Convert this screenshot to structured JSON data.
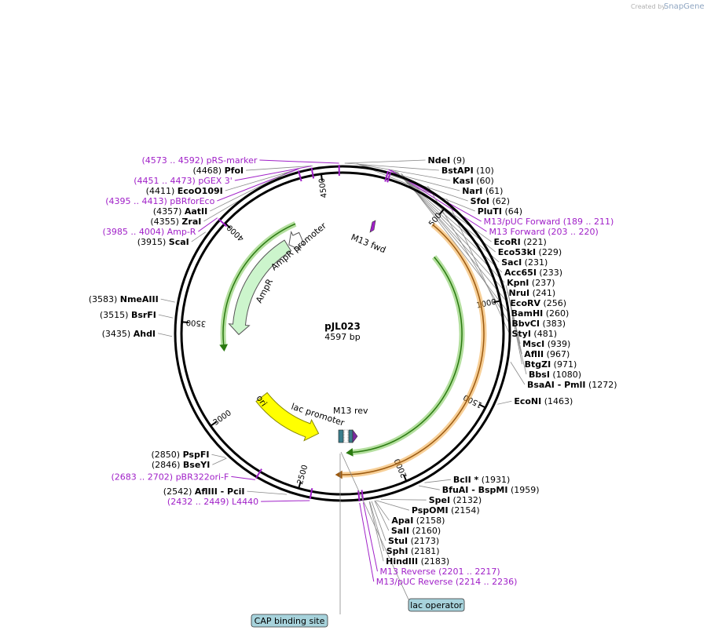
{
  "credit": {
    "prefix": "Created by",
    "brand": "SnapGene"
  },
  "plasmid": {
    "name": "pJL023",
    "length_label": "4597 bp",
    "length": 4597
  },
  "ticks": [
    500,
    1000,
    1500,
    2000,
    2500,
    3000,
    3500,
    4000,
    4500
  ],
  "sites": [
    {
      "id": "ndei",
      "name": "NdeI",
      "pos": "(9)",
      "bp": 9,
      "side": "right"
    },
    {
      "id": "bstapi",
      "name": "BstAPI",
      "pos": "(10)",
      "bp": 10,
      "side": "right"
    },
    {
      "id": "kasi",
      "name": "KasI",
      "pos": "(60)",
      "bp": 60,
      "side": "right"
    },
    {
      "id": "nari",
      "name": "NarI",
      "pos": "(61)",
      "bp": 61,
      "side": "right"
    },
    {
      "id": "sfoi",
      "name": "SfoI",
      "pos": "(62)",
      "bp": 62,
      "side": "right"
    },
    {
      "id": "pluti",
      "name": "PluTI",
      "pos": "(64)",
      "bp": 64,
      "side": "right"
    },
    {
      "id": "m13-puc-fwd",
      "name": "M13/pUC Forward",
      "pos": "(189 .. 211)",
      "bp": 200,
      "side": "right",
      "primer": true
    },
    {
      "id": "m13-fwd",
      "name": "M13 Forward",
      "pos": "(203 .. 220)",
      "bp": 211,
      "side": "right",
      "primer": true
    },
    {
      "id": "ecori",
      "name": "EcoRI",
      "pos": "(221)",
      "bp": 221,
      "side": "right"
    },
    {
      "id": "eco53ki",
      "name": "Eco53kI",
      "pos": "(229)",
      "bp": 229,
      "side": "right"
    },
    {
      "id": "saci",
      "name": "SacI",
      "pos": "(231)",
      "bp": 231,
      "side": "right"
    },
    {
      "id": "acc65i",
      "name": "Acc65I",
      "pos": "(233)",
      "bp": 233,
      "side": "right"
    },
    {
      "id": "kpni",
      "name": "KpnI",
      "pos": "(237)",
      "bp": 237,
      "side": "right"
    },
    {
      "id": "nrui",
      "name": "NruI",
      "pos": "(241)",
      "bp": 241,
      "side": "right"
    },
    {
      "id": "ecorv",
      "name": "EcoRV",
      "pos": "(256)",
      "bp": 256,
      "side": "right"
    },
    {
      "id": "bamhi",
      "name": "BamHI",
      "pos": "(260)",
      "bp": 260,
      "side": "right"
    },
    {
      "id": "bbvci",
      "name": "BbvCI",
      "pos": "(383)",
      "bp": 383,
      "side": "right"
    },
    {
      "id": "styi",
      "name": "StyI",
      "pos": "(481)",
      "bp": 481,
      "side": "right"
    },
    {
      "id": "msci",
      "name": "MscI",
      "pos": "(939)",
      "bp": 939,
      "side": "right"
    },
    {
      "id": "aflii",
      "name": "AflII",
      "pos": "(967)",
      "bp": 967,
      "side": "right"
    },
    {
      "id": "btgzi",
      "name": "BtgZI",
      "pos": "(971)",
      "bp": 971,
      "side": "right"
    },
    {
      "id": "bbsi",
      "name": "BbsI",
      "pos": "(1080)",
      "bp": 1080,
      "side": "right"
    },
    {
      "id": "bsaai-pmli",
      "name": "BsaAI  - PmlI",
      "pos": "(1272)",
      "bp": 1272,
      "side": "right"
    },
    {
      "id": "econi",
      "name": "EcoNI",
      "pos": "(1463)",
      "bp": 1463,
      "side": "right"
    },
    {
      "id": "bcli",
      "name": "BclI *",
      "pos": "(1931)",
      "bp": 1931,
      "side": "right"
    },
    {
      "id": "bfuai-bspmi",
      "name": "BfuAI  - BspMI",
      "pos": "(1959)",
      "bp": 1959,
      "side": "right"
    },
    {
      "id": "spei",
      "name": "SpeI",
      "pos": "(2132)",
      "bp": 2132,
      "side": "right"
    },
    {
      "id": "pspomi",
      "name": "PspOMI",
      "pos": "(2154)",
      "bp": 2154,
      "side": "right"
    },
    {
      "id": "apai",
      "name": "ApaI",
      "pos": "(2158)",
      "bp": 2158,
      "side": "right"
    },
    {
      "id": "sali",
      "name": "SalI",
      "pos": "(2160)",
      "bp": 2160,
      "side": "right"
    },
    {
      "id": "stui",
      "name": "StuI",
      "pos": "(2173)",
      "bp": 2173,
      "side": "right"
    },
    {
      "id": "sphi",
      "name": "SphI",
      "pos": "(2181)",
      "bp": 2181,
      "side": "right"
    },
    {
      "id": "hindiii",
      "name": "HindIII",
      "pos": "(2183)",
      "bp": 2183,
      "side": "right"
    },
    {
      "id": "m13-rev-primer",
      "name": "M13 Reverse",
      "pos": "(2201 .. 2217)",
      "bp": 2209,
      "side": "right",
      "primer": true
    },
    {
      "id": "m13-puc-rev",
      "name": "M13/pUC Reverse",
      "pos": "(2214 .. 2236)",
      "bp": 2225,
      "side": "right",
      "primer": true
    },
    {
      "id": "l4440",
      "name": "L4440",
      "pos": "(2432 .. 2449)",
      "bp": 2440,
      "side": "left",
      "primer": true
    },
    {
      "id": "afliii-pcii",
      "name": "AflIII  - PciI",
      "pos": "(2542)",
      "bp": 2542,
      "side": "left"
    },
    {
      "id": "pbr322ori-f",
      "name": "pBR322ori-F",
      "pos": "(2683 .. 2702)",
      "bp": 2692,
      "side": "left",
      "primer": true
    },
    {
      "id": "bseyi",
      "name": "BseYI",
      "pos": "(2846)",
      "bp": 2846,
      "side": "left"
    },
    {
      "id": "pspfi",
      "name": "PspFI",
      "pos": "(2850)",
      "bp": 2850,
      "side": "left"
    },
    {
      "id": "ahdi",
      "name": "AhdI",
      "pos": "(3435)",
      "bp": 3435,
      "side": "left"
    },
    {
      "id": "bsrfi",
      "name": "BsrFI",
      "pos": "(3515)",
      "bp": 3515,
      "side": "left"
    },
    {
      "id": "nmeaiii",
      "name": "NmeAIII",
      "pos": "(3583)",
      "bp": 3583,
      "side": "left"
    },
    {
      "id": "scai",
      "name": "ScaI",
      "pos": "(3915)",
      "bp": 3915,
      "side": "left"
    },
    {
      "id": "amp-r",
      "name": "Amp-R",
      "pos": "(3985 .. 4004)",
      "bp": 3994,
      "side": "left",
      "primer": true
    },
    {
      "id": "zrai",
      "name": "ZraI",
      "pos": "(4355)",
      "bp": 4355,
      "side": "left"
    },
    {
      "id": "aatii",
      "name": "AatII",
      "pos": "(4357)",
      "bp": 4357,
      "side": "left"
    },
    {
      "id": "pbrforeco",
      "name": "pBRforEco",
      "pos": "(4395 .. 4413)",
      "bp": 4404,
      "side": "left",
      "primer": true
    },
    {
      "id": "ecoo109i",
      "name": "EcoO109I",
      "pos": "(4411)",
      "bp": 4411,
      "side": "left"
    },
    {
      "id": "pfoi",
      "name": "PfoI",
      "pos": "(4468)",
      "bp": 4468,
      "side": "left"
    },
    {
      "id": "pgex3",
      "name": "pGEX 3'",
      "pos": "(4451 .. 4473)",
      "bp": 4462,
      "side": "left",
      "primer": true
    },
    {
      "id": "prs-marker",
      "name": "pRS-marker",
      "pos": "(4573 .. 4592)",
      "bp": 4582,
      "side": "left",
      "primer": true
    }
  ],
  "features": [
    {
      "id": "orange-orf-outer",
      "color": "#f0a030",
      "start": 500,
      "end": 2300,
      "track": "outer",
      "dir": "cw"
    },
    {
      "id": "green-orf-inner",
      "color": "#6abf40",
      "start": 650,
      "end": 2230,
      "track": "inner",
      "dir": "cw"
    },
    {
      "id": "ampr",
      "label": "AmpR",
      "color": "#6abf40",
      "start": 3350,
      "end": 4200,
      "track": "inner",
      "dir": "ccw"
    },
    {
      "id": "ampr-promoter",
      "label": "AmpR promoter",
      "color": "#ffffff",
      "start": 4200,
      "end": 4300,
      "track": "inner",
      "dir": "ccw"
    },
    {
      "id": "ori",
      "label": "ori",
      "color": "#ffff00",
      "start": 2450,
      "end": 2950,
      "track": "inner",
      "dir": "ccw"
    }
  ],
  "feature_labels": {
    "ampr": "AmpR",
    "ampr_promoter": "AmpR promoter",
    "ori": "ori",
    "lac_promoter": "lac promoter",
    "m13_rev": "M13 rev",
    "m13_fwd": "M13 fwd"
  },
  "boxed_labels": {
    "lac_operator": "lac operator",
    "cap_binding_site": "CAP binding site"
  },
  "colors": {
    "backbone": "#000000",
    "primer": "#a020c8",
    "orange": "#f0a030",
    "green": "#6abf40",
    "ori": "#ffff00",
    "box_fill": "#a7d3dc"
  }
}
